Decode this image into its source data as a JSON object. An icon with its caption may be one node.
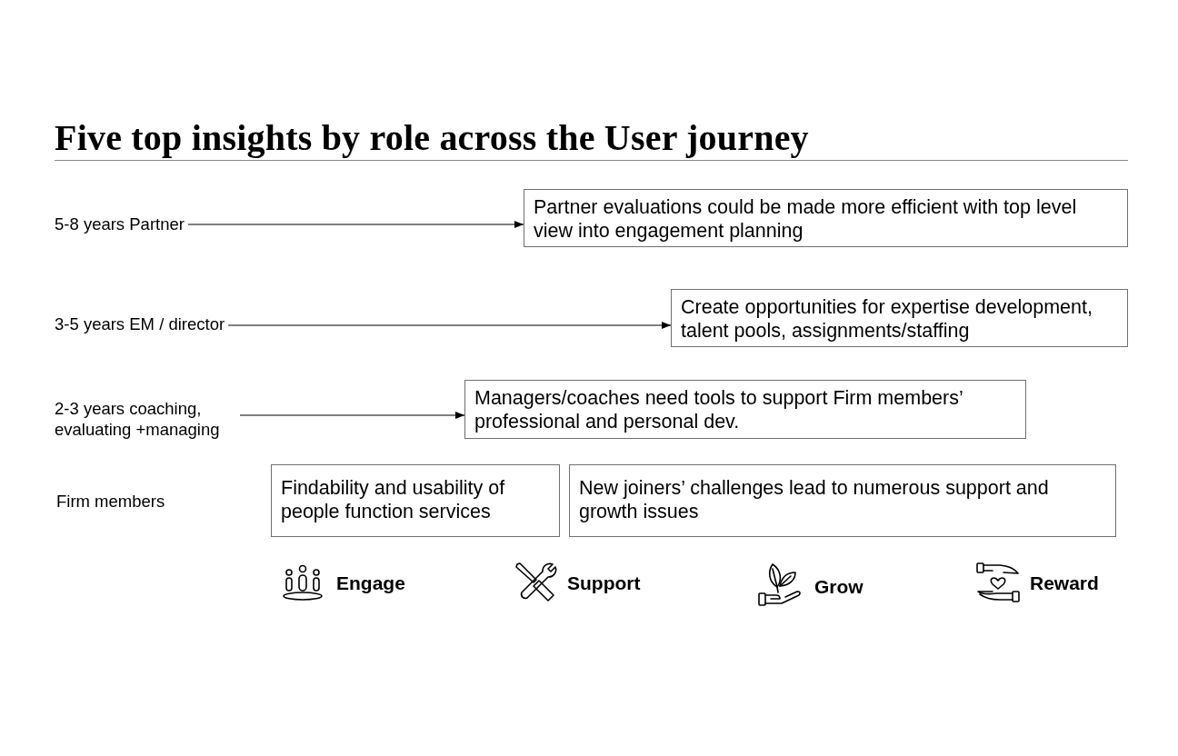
{
  "diagram": {
    "title": "Five top insights by role across the User journey",
    "nodes": [
      {
        "text": [
          "5-8 years Partner"
        ]
      },
      {
        "text": [
          "Partner evaluations could be made more efficient with top level view into engagement planning"
        ]
      },
      {
        "text": [
          "3-5 years EM / director"
        ]
      },
      {
        "text": [
          "Create opportunities for expertise development, talent pools, assignments/staffing"
        ]
      },
      {
        "text": [
          "2-3 years coaching, evaluating +managing"
        ]
      },
      {
        "text": [
          "Managers/coaches need tools to support Firm members’ professional and personal dev."
        ]
      },
      {
        "text": [
          "Findability and usability of people function services"
        ]
      },
      {
        "text": [
          "New joiners’ challenges lead to numerous support and growth issues"
        ]
      }
    ],
    "edges": [
      {
        "from": 0,
        "to": 1,
        "arrow": "to"
      },
      {
        "from": 2,
        "to": 3,
        "arrow": "to"
      },
      {
        "from": 4,
        "to": 5,
        "arrow": "to"
      }
    ],
    "labels": [
      "Firm members",
      "Engage",
      "Support",
      "Grow",
      "Reward"
    ]
  }
}
